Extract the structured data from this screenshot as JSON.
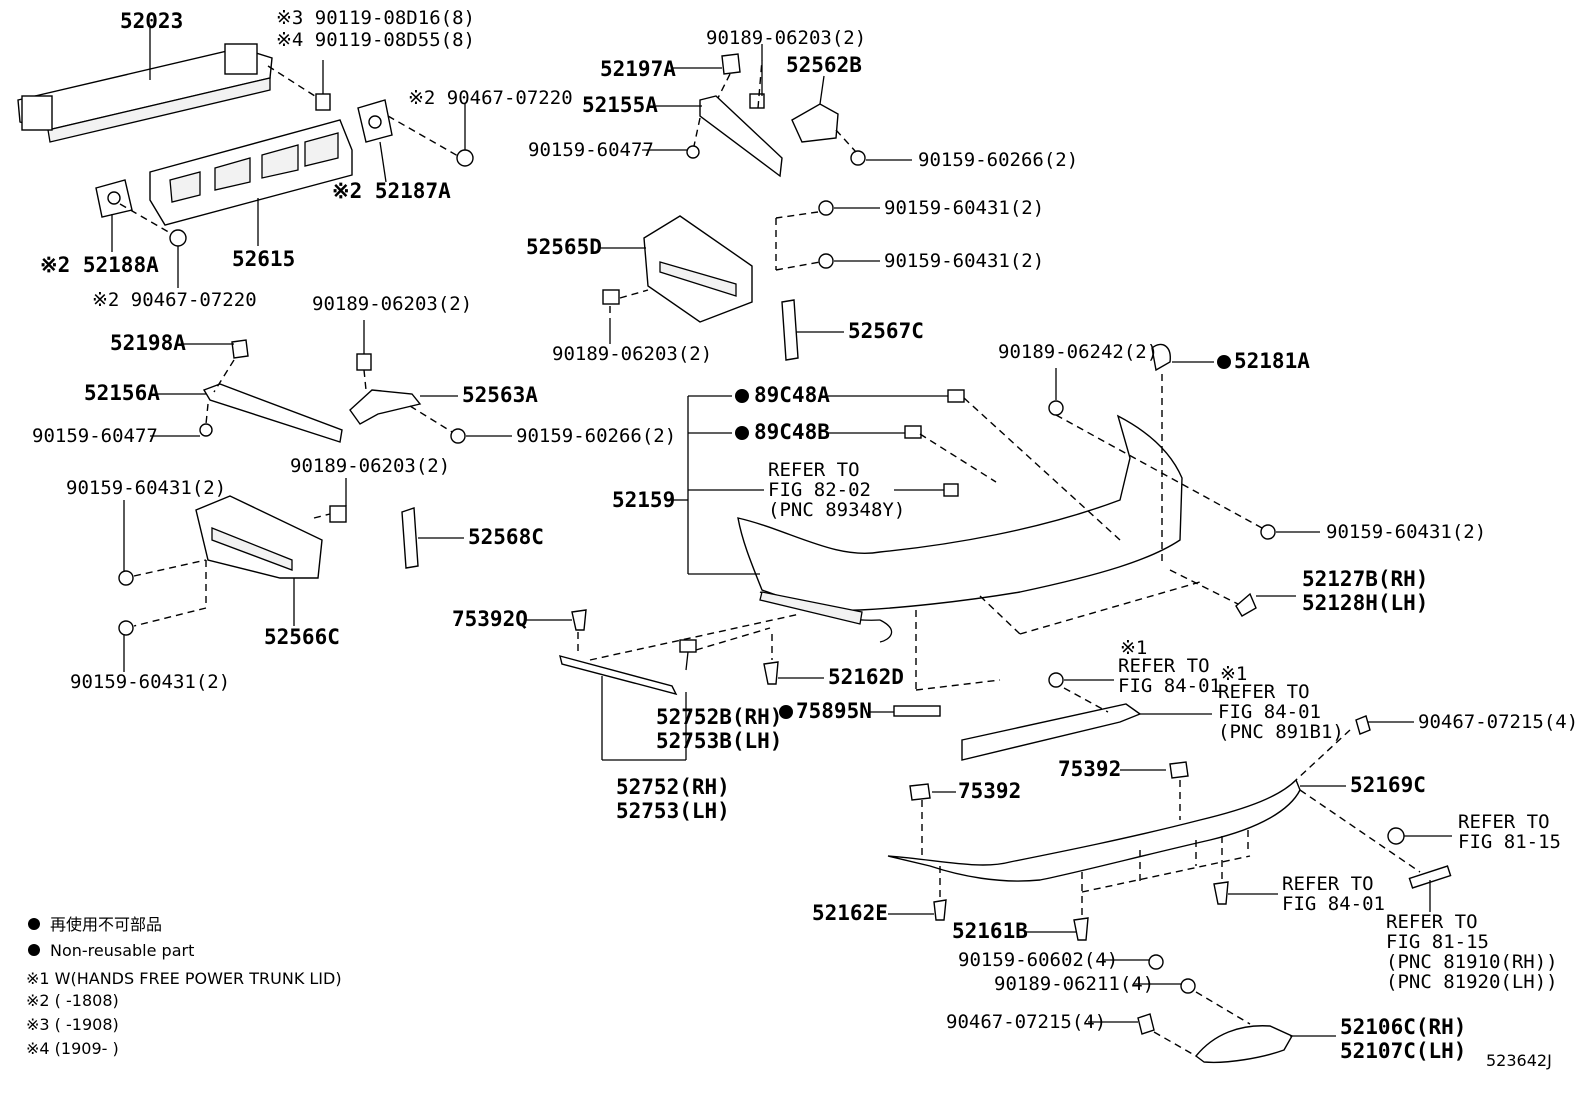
{
  "diagram_id": "523642J",
  "legend": {
    "non_reusable_jp": "再使用不可部品",
    "non_reusable_en": "Non-reusable part",
    "note1": "※1 W(HANDS FREE POWER TRUNK LID)",
    "note2": "※2 (      -1808)",
    "note3": "※3 (      -1908)",
    "note4": "※4 (1909-      )"
  },
  "labels": {
    "p52023": "52023",
    "p90119_08d16": "※3 90119-08D16(8)",
    "p90119_08d55": "※4 90119-08D55(8)",
    "p90467_07220_a": "※2 90467-07220",
    "p52187a": "※2 52187A",
    "p52615": "52615",
    "p52188a": "※2 52188A",
    "p90467_07220_b": "※2 90467-07220",
    "p90189_06203_a": "90189-06203(2)",
    "p52198a": "52198A",
    "p52156a": "52156A",
    "p52563a": "52563A",
    "p90159_60477_a": "90159-60477",
    "p90159_60266_a": "90159-60266(2)",
    "p90189_06203_b": "90189-06203(2)",
    "p90159_60431_a": "90159-60431(2)",
    "p52568c": "52568C",
    "p52566c": "52566C",
    "p90159_60431_b": "90159-60431(2)",
    "p90189_06203_c": "90189-06203(2)",
    "p52197a": "52197A",
    "p52562b": "52562B",
    "p52155a": "52155A",
    "p90159_60477_b": "90159-60477",
    "p90159_60266_b": "90159-60266(2)",
    "p90159_60431_c": "90159-60431(2)",
    "p52565d": "52565D",
    "p90159_60431_d": "90159-60431(2)",
    "p90189_06203_d": "90189-06203(2)",
    "p52567c": "52567C",
    "p90189_06242": "90189-06242(2)",
    "p52181a": "52181A",
    "p89c48a": "89C48A",
    "p89c48b": "89C48B",
    "refer_8202_a": "REFER TO",
    "refer_8202_b": "FIG 82-02",
    "refer_8202_c": "(PNC 89348Y)",
    "p52159": "52159",
    "p90159_60431_e": "90159-60431(2)",
    "p52127b": "52127B(RH)",
    "p52128h": "52128H(LH)",
    "p75392q": "75392Q",
    "p52162d": "52162D",
    "p52752b": "52752B(RH)",
    "p52753b": "52753B(LH)",
    "p75895n": "75895N",
    "p52752": "52752(RH)",
    "p52753": "52753(LH)",
    "refer_8401_a1": "※1",
    "refer_8401_a2": "REFER TO",
    "refer_8401_a3": "FIG 84-01",
    "refer_8401_b1": "※1",
    "refer_8401_b2": "REFER TO",
    "refer_8401_b3": "FIG 84-01",
    "refer_8401_b4": "(PNC 891B1)",
    "p90467_07215_a": "90467-07215(4)",
    "p75392_a": "75392",
    "p75392_b": "75392",
    "p52169c": "52169C",
    "refer_8115_a1": "REFER TO",
    "refer_8115_a2": "FIG 81-15",
    "refer_8401_c1": "REFER TO",
    "refer_8401_c2": "FIG 84-01",
    "p52162e": "52162E",
    "p52161b": "52161B",
    "refer_8115_b1": "REFER TO",
    "refer_8115_b2": "FIG 81-15",
    "refer_8115_b3": "(PNC 81910(RH))",
    "refer_8115_b4": "(PNC 81920(LH))",
    "p90159_60602": "90159-60602(4)",
    "p90189_06211": "90189-06211(4)",
    "p90467_07215_b": "90467-07215(4)",
    "p52106c": "52106C(RH)",
    "p52107c": "52107C(LH)"
  }
}
